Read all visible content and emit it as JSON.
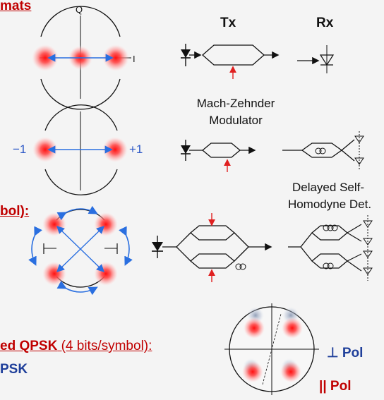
{
  "headings": {
    "formats_fragment": "mats",
    "bpsk_fragment": "bol):",
    "dp_qpsk_fragment": "ed QPSK",
    "dp_qpsk_suffix": " (4 bits/symbol):",
    "dp_qpsk_line2": "PSK"
  },
  "columns": {
    "tx": "Tx",
    "rx": "Rx"
  },
  "axes": {
    "q": "Q",
    "i": "I",
    "minus_one": "−1",
    "plus_one": "+1"
  },
  "captions": {
    "mzm_line1": "Mach-Zehnder",
    "mzm_line2": "Modulator",
    "dsh_line1": "Delayed Self-",
    "dsh_line2": "Homodyne Det."
  },
  "polarization": {
    "perp": "⊥ Pol",
    "parallel": "|| Pol"
  },
  "colors": {
    "accent_red": "#c00000",
    "arrow_blue": "#2a6fe0",
    "spot_red": "#ff2a2a"
  }
}
